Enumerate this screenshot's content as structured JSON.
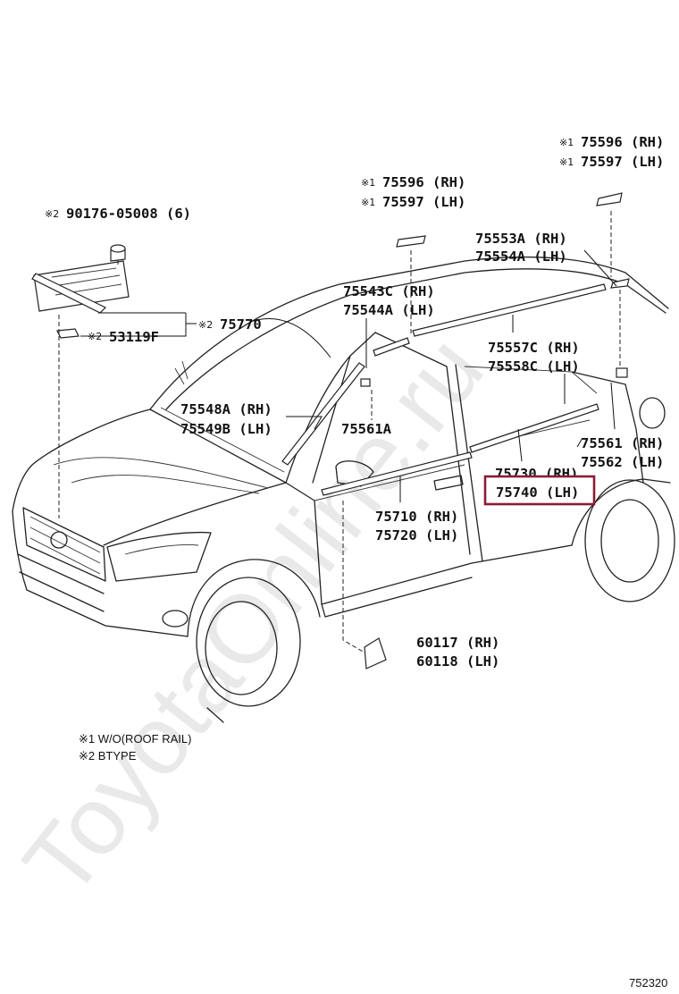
{
  "diagram": {
    "watermark": "ToyotaOnline.ru",
    "mark1": "※1",
    "mark2": "※2",
    "parts": {
      "p75596_right": "75596 (RH)",
      "p75597_right": "75597 (LH)",
      "p75596_mid": "75596 (RH)",
      "p75597_mid": "75597 (LH)",
      "p90176": "90176-05008 (6)",
      "p75553": "75553A (RH)",
      "p75554": "75554A (LH)",
      "p75543": "75543C (RH)",
      "p75544": "75544A (LH)",
      "p75770": "75770",
      "p53119": "53119F",
      "p75557": "75557C (RH)",
      "p75558": "75558C (LH)",
      "p75548": "75548A (RH)",
      "p75549": "75549B (LH)",
      "p75561a": "75561A",
      "p75561": "75561 (RH)",
      "p75562": "75562 (LH)",
      "p75730": "75730 (RH)",
      "p75740": "75740 (LH)",
      "p75710": "75710 (RH)",
      "p75720": "75720 (LH)",
      "p60117": "60117 (RH)",
      "p60118": "60118 (LH)"
    },
    "highlighted_part": "75740 (LH)",
    "highlight_color": "#8b1c35",
    "notes": {
      "note1": "※1 W/O(ROOF RAIL)",
      "note2": "※2 BTYPE"
    },
    "diagram_code": "752320"
  }
}
